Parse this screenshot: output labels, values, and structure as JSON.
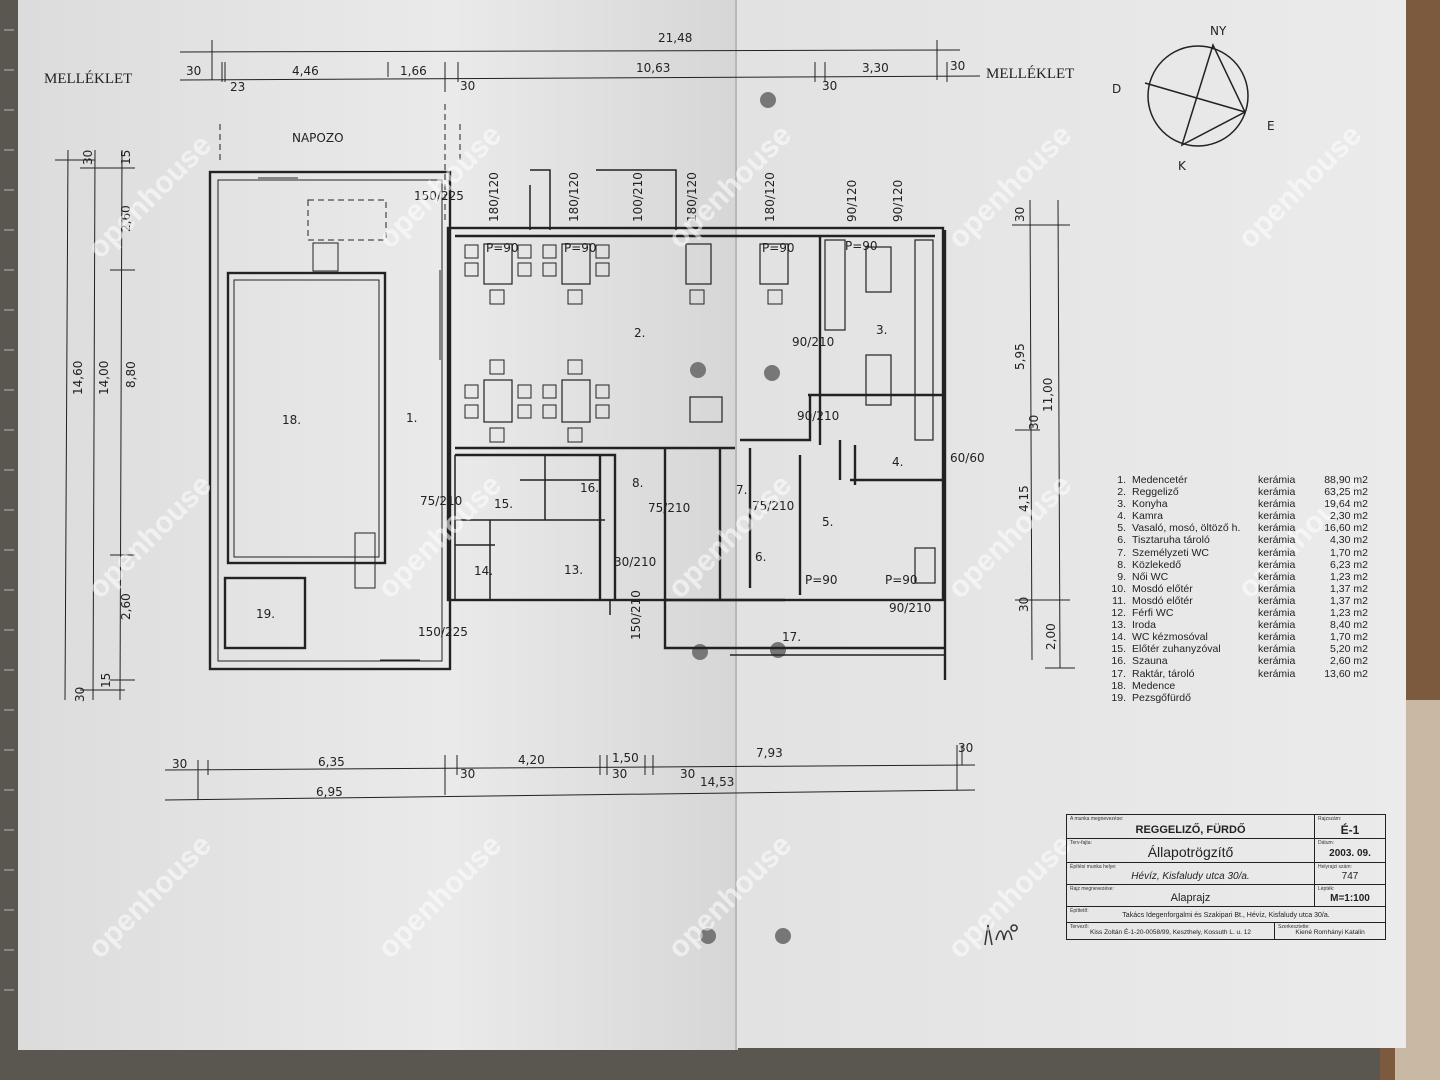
{
  "header": {
    "attachment_label_left": "MELLÉKLET",
    "attachment_label_right": "MELLÉKLET",
    "sun_terrace_label": "NAPOZO"
  },
  "compass": {
    "north": "NY",
    "west": "D",
    "east": "E",
    "south": "K"
  },
  "dimensions": {
    "top": [
      "21,48",
      "10,63",
      "30",
      "4,46",
      "1,66",
      "23",
      "30",
      "3,30",
      "30",
      "30"
    ],
    "left": [
      "14,60",
      "14,00",
      "8,80",
      "2,60",
      "2,60",
      "30",
      "15",
      "30",
      "15"
    ],
    "right": [
      "30",
      "5,95",
      "11,00",
      "30",
      "4,15",
      "30",
      "2,00"
    ],
    "bottom": [
      "30",
      "6,35",
      "30",
      "4,20",
      "1,50",
      "30",
      "30",
      "7,93",
      "30",
      "6,95",
      "14,53"
    ]
  },
  "openings": [
    "150/225",
    "180/120",
    "180/120",
    "100/210",
    "180/120",
    "180/120",
    "90/120",
    "90/120",
    "90/210",
    "90/210",
    "75/210",
    "75/210",
    "75/210",
    "30/210",
    "90/210",
    "150/210",
    "150/225",
    "60/60",
    "P=90",
    "P=90",
    "P=90",
    "P=90",
    "P=90",
    "P=90"
  ],
  "rooms": [
    {
      "num": "1.",
      "name": "Medencetér",
      "material": "kerámia",
      "area": "88,90 m2"
    },
    {
      "num": "2.",
      "name": "Reggeliző",
      "material": "kerámia",
      "area": "63,25 m2"
    },
    {
      "num": "3.",
      "name": "Konyha",
      "material": "kerámia",
      "area": "19,64 m2"
    },
    {
      "num": "4.",
      "name": "Kamra",
      "material": "kerámia",
      "area": "2,30 m2"
    },
    {
      "num": "5.",
      "name": "Vasaló, mosó, öltöző h.",
      "material": "kerámia",
      "area": "16,60 m2"
    },
    {
      "num": "6.",
      "name": "Tisztaruha tároló",
      "material": "kerámia",
      "area": "4,30 m2"
    },
    {
      "num": "7.",
      "name": "Személyzeti WC",
      "material": "kerámia",
      "area": "1,70 m2"
    },
    {
      "num": "8.",
      "name": "Közlekedő",
      "material": "kerámia",
      "area": "6,23 m2"
    },
    {
      "num": "9.",
      "name": "Női WC",
      "material": "kerámia",
      "area": "1,23 m2"
    },
    {
      "num": "10.",
      "name": "Mosdó előtér",
      "material": "kerámia",
      "area": "1,37 m2"
    },
    {
      "num": "11.",
      "name": "Mosdó előtér",
      "material": "kerámia",
      "area": "1,37 m2"
    },
    {
      "num": "12.",
      "name": "Férfi WC",
      "material": "kerámia",
      "area": "1,23 m2"
    },
    {
      "num": "13.",
      "name": "Iroda",
      "material": "kerámia",
      "area": "8,40 m2"
    },
    {
      "num": "14.",
      "name": "WC kézmosóval",
      "material": "kerámia",
      "area": "1,70 m2"
    },
    {
      "num": "15.",
      "name": "Előtér zuhanyzóval",
      "material": "kerámia",
      "area": "5,20 m2"
    },
    {
      "num": "16.",
      "name": "Szauna",
      "material": "kerámia",
      "area": "2,60 m2"
    },
    {
      "num": "17.",
      "name": "Raktár, tároló",
      "material": "kerámia",
      "area": "13,60 m2"
    },
    {
      "num": "18.",
      "name": "Medence",
      "material": "",
      "area": ""
    },
    {
      "num": "19.",
      "name": "Pezsgőfürdő",
      "material": "",
      "area": ""
    }
  ],
  "title_block": {
    "work_label": "A munka megnevezése:",
    "work": "REGGELIZŐ, FÜRDŐ",
    "plan_type_label": "Terv-fajta:",
    "plan_type": "Állapotrögzítő",
    "location_label": "Építési munka helye:",
    "location": "Hévíz, Kisfaludy utca 30/a.",
    "drawing_label": "Rajz megnevezése:",
    "drawing": "Alaprajz",
    "builder_label": "Építtető:",
    "builder": "Takács Idegenforgalmi és Szakipari Bt., Hévíz, Kisfaludy utca 30/a.",
    "designer_label": "Tervező:",
    "designer": "Kiss Zoltán É-1-20-0058/99, Keszthely, Kossuth L. u. 12",
    "drafter_label": "Szerkesztette:",
    "drafter": "Kiené Romhányi Katalin",
    "sheet_label": "Rajzszám:",
    "sheet": "É-1",
    "date_label": "Dátum:",
    "date": "2003. 09.",
    "lot_label": "Helyrajzi szám:",
    "lot": "747",
    "scale_label": "Lépték:",
    "scale": "M=1:100"
  },
  "watermark": "openhouse"
}
